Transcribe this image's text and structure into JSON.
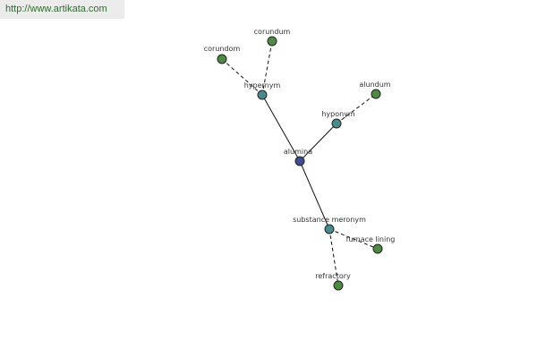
{
  "watermark": {
    "text": "http://www.artikata.com"
  },
  "colors": {
    "center": "#3d4f8f",
    "relation": "#4a8a8a",
    "leaf": "#4e8a44",
    "edge": "#111111"
  },
  "graph": {
    "nodes": [
      {
        "id": "alumina",
        "label": "alumina",
        "kind": "center"
      },
      {
        "id": "hypernym",
        "label": "hypernym",
        "kind": "relation"
      },
      {
        "id": "hyponym",
        "label": "hyponym",
        "kind": "relation"
      },
      {
        "id": "substance_meronym",
        "label": "substance meronym",
        "kind": "relation"
      },
      {
        "id": "corundom",
        "label": "corundom",
        "kind": "leaf"
      },
      {
        "id": "corundum",
        "label": "corundum",
        "kind": "leaf"
      },
      {
        "id": "alundum",
        "label": "alundum",
        "kind": "leaf"
      },
      {
        "id": "furnace_lining",
        "label": "furnace lining",
        "kind": "leaf"
      },
      {
        "id": "refractory",
        "label": "refractory",
        "kind": "leaf"
      }
    ],
    "edges": [
      {
        "from": "alumina",
        "to": "hypernym",
        "style": "solid"
      },
      {
        "from": "alumina",
        "to": "hyponym",
        "style": "solid"
      },
      {
        "from": "alumina",
        "to": "substance_meronym",
        "style": "solid"
      },
      {
        "from": "hypernym",
        "to": "corundom",
        "style": "dashed"
      },
      {
        "from": "hypernym",
        "to": "corundum",
        "style": "dashed"
      },
      {
        "from": "hyponym",
        "to": "alundum",
        "style": "dashed"
      },
      {
        "from": "substance_meronym",
        "to": "furnace_lining",
        "style": "dashed"
      },
      {
        "from": "substance_meronym",
        "to": "refractory",
        "style": "dashed"
      }
    ]
  }
}
